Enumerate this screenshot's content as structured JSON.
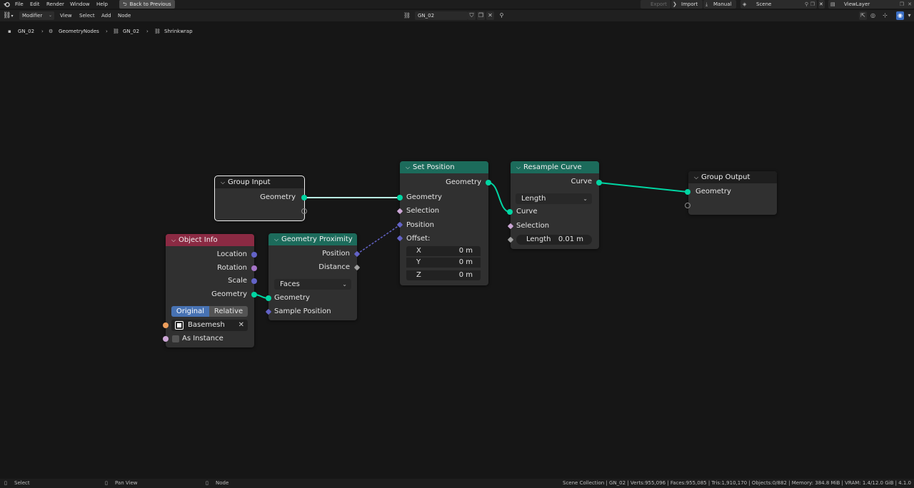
{
  "menu": {
    "items": [
      "File",
      "Edit",
      "Render",
      "Window",
      "Help"
    ],
    "back_button": "Back to Previous",
    "export": "Export",
    "import": "Import",
    "manual": "Manual",
    "scene": "Scene",
    "view_layer": "ViewLayer"
  },
  "header": {
    "editor_mode": "Modifier",
    "menus": [
      "View",
      "Select",
      "Add",
      "Node"
    ],
    "node_group": "GN_02"
  },
  "breadcrumb": [
    "GN_02",
    "GeometryNodes",
    "GN_02",
    "Shrinkwrap"
  ],
  "nodes": {
    "group_input": {
      "title": "Group Input",
      "out_geometry": "Geometry"
    },
    "object_info": {
      "title": "Object Info",
      "out_location": "Location",
      "out_rotation": "Rotation",
      "out_scale": "Scale",
      "out_geometry": "Geometry",
      "mode_original": "Original",
      "mode_relative": "Relative",
      "mode_selected": "Original",
      "object": "Basemesh",
      "as_instance": "As Instance",
      "as_instance_checked": false
    },
    "geometry_proximity": {
      "title": "Geometry Proximity",
      "out_position": "Position",
      "out_distance": "Distance",
      "target": "Faces",
      "in_geometry": "Geometry",
      "in_sample_position": "Sample Position"
    },
    "set_position": {
      "title": "Set Position",
      "out_geometry": "Geometry",
      "in_geometry": "Geometry",
      "in_selection": "Selection",
      "in_position": "Position",
      "in_offset": "Offset:",
      "offset": [
        {
          "axis": "X",
          "value": "0 m"
        },
        {
          "axis": "Y",
          "value": "0 m"
        },
        {
          "axis": "Z",
          "value": "0 m"
        }
      ]
    },
    "resample_curve": {
      "title": "Resample Curve",
      "out_curve": "Curve",
      "mode": "Length",
      "in_curve": "Curve",
      "in_selection": "Selection",
      "length_label": "Length",
      "length_value": "0.01 m"
    },
    "group_output": {
      "title": "Group Output",
      "in_geometry": "Geometry"
    }
  },
  "status": {
    "select": "Select",
    "pan": "Pan View",
    "node": "Node",
    "stats": "Scene Collection | GN_02 | Verts:955,096 | Faces:955,085 | Tris:1,910,170 | Objects:0/882 | Memory: 384.8 MiB | VRAM: 1.4/12.0 GiB | 4.1.0"
  },
  "colors": {
    "geometry_socket": "#00d6a3",
    "vector_socket": "#6363c7",
    "geometry_header": "#1c6b5b",
    "input_header": "#8b2a43",
    "selected_outline": "#f0f0f0",
    "accent": "#3b6fc4"
  }
}
